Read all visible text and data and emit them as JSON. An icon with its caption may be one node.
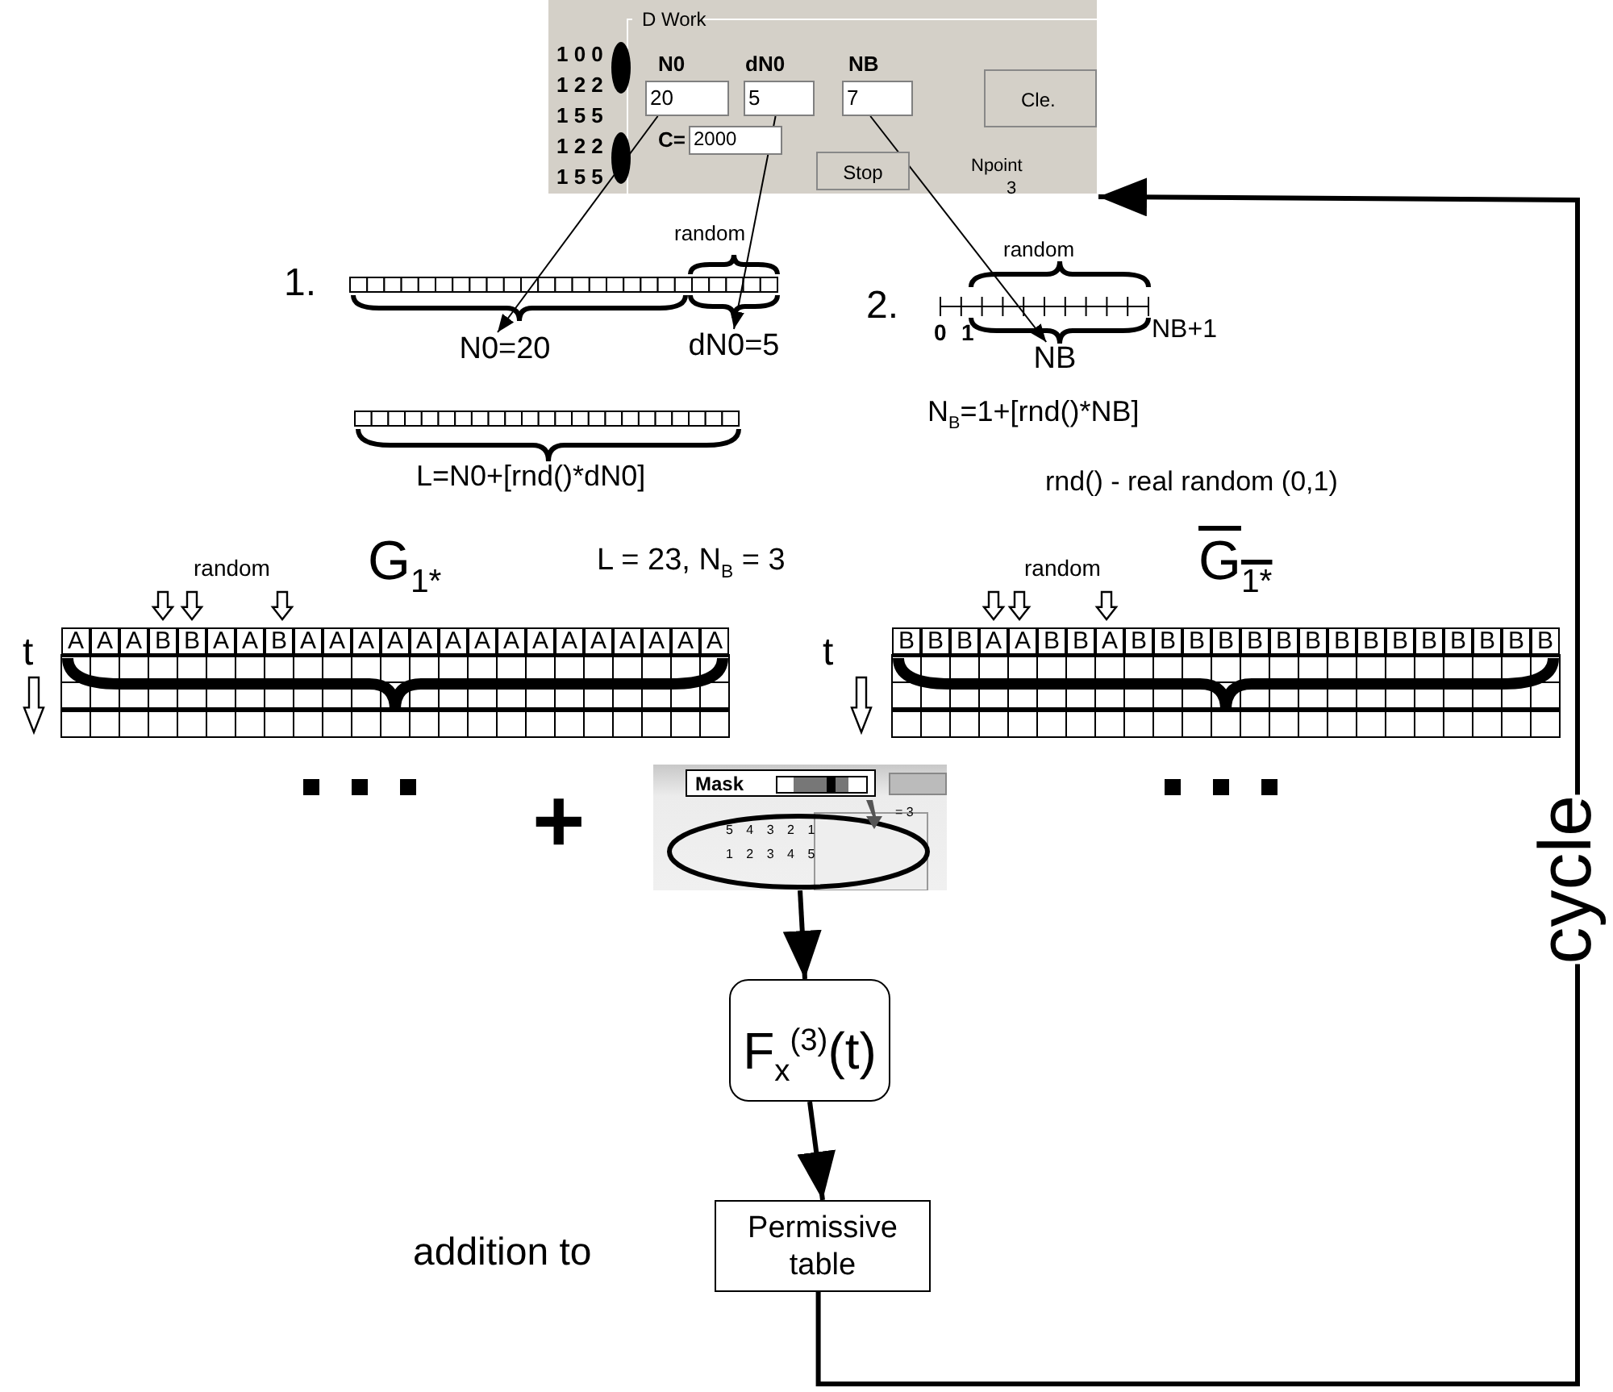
{
  "diagram": {
    "nodes": [
      {
        "text": [
          "D Work"
        ]
      },
      {
        "text": [
          "20"
        ],
        "in": 0
      },
      {
        "text": [
          "5"
        ],
        "in": 0
      },
      {
        "text": [
          "7"
        ],
        "in": 0
      },
      {
        "text": [
          "N0=20"
        ]
      },
      {
        "text": [
          "dN0=5"
        ]
      },
      {
        "text": [
          "NB"
        ]
      },
      {
        "text": [
          "Mask"
        ]
      },
      {
        "text": [
          "F$_{x}$$^{(3)}$(t)"
        ]
      },
      {
        "text": [
          "Permissive table"
        ]
      }
    ],
    "edges": [
      {
        "from": 1,
        "to": 4,
        "arrow": "to"
      },
      {
        "from": 2,
        "to": 5,
        "arrow": "to"
      },
      {
        "from": 3,
        "to": 6,
        "arrow": "to"
      },
      {
        "from": 7,
        "to": 8,
        "arrow": "to",
        "style": "thick"
      },
      {
        "from": 8,
        "to": 9,
        "arrow": "to",
        "style": "thick"
      },
      {
        "from": 9,
        "to": 0,
        "arrow": "to",
        "style": "thick",
        "label": "cycle"
      }
    ],
    "labels": [
      "1 0 0",
      "1 2 2",
      "1 5 5",
      "1 2 2",
      "1 5 5",
      "N0",
      "dN0",
      "NB",
      "Cle.",
      "C=",
      "2000",
      "Stop",
      "Npoint",
      "3",
      "random",
      "1.",
      "2.",
      "random",
      "0",
      "1",
      "NB+1",
      "N$_{B}$=1+[rnd()*NB]",
      "L=N0+[rnd()*dN0]",
      "rnd() - real random (0,1)",
      "random",
      "G$_{1*}$",
      "L = 23, N$_{B}$ = 3",
      "G$_{1*}$",
      "random",
      "t",
      "A",
      "A",
      "A",
      "B",
      "B",
      "A",
      "A",
      "B",
      "A",
      "A",
      "A",
      "A",
      "A",
      "A",
      "A",
      "A",
      "A",
      "A",
      "A",
      "A",
      "A",
      "A",
      "A",
      "t",
      "B",
      "B",
      "B",
      "A",
      "A",
      "B",
      "B",
      "A",
      "B",
      "B",
      "B",
      "B",
      "B",
      "B",
      "B",
      "B",
      "B",
      "B",
      "B",
      "B",
      "B",
      "B",
      "B",
      "+",
      "= 3",
      "5 4 3 2 1",
      "1 2 3 4 5",
      "addition to"
    ]
  }
}
